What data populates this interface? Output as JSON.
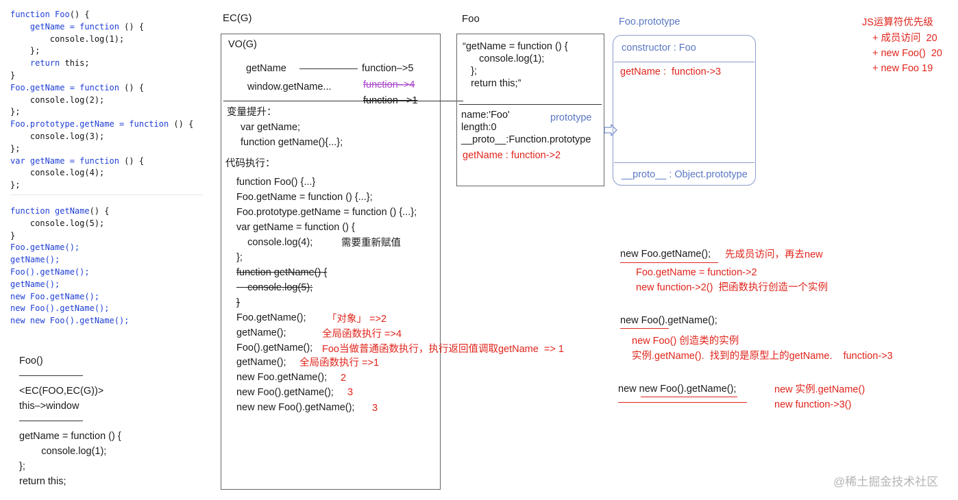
{
  "code_lines": [
    [
      [
        "function ",
        "k"
      ],
      [
        "Foo",
        "k"
      ],
      [
        "() {",
        "b"
      ]
    ],
    [
      [
        "    getName = ",
        "k"
      ],
      [
        "function",
        "k"
      ],
      [
        " () {",
        "b"
      ]
    ],
    [
      [
        "        console.log(1);",
        "b"
      ]
    ],
    [
      [
        "    };",
        "b"
      ]
    ],
    [
      [
        "    return ",
        "k"
      ],
      [
        "this",
        "b"
      ],
      [
        ";",
        "b"
      ]
    ],
    [
      [
        "}",
        "b"
      ]
    ],
    [
      [
        "Foo.getName = ",
        "k"
      ],
      [
        "function",
        "k"
      ],
      [
        " () {",
        "b"
      ]
    ],
    [
      [
        "    console.log(2);",
        "b"
      ]
    ],
    [
      [
        "};",
        "b"
      ]
    ],
    [
      [
        "Foo.prototype.getName = ",
        "k"
      ],
      [
        "function",
        "k"
      ],
      [
        " () {",
        "b"
      ]
    ],
    [
      [
        "    console.log(3);",
        "b"
      ]
    ],
    [
      [
        "};",
        "b"
      ]
    ],
    [
      [
        "var ",
        "k"
      ],
      [
        "getName = ",
        "k"
      ],
      [
        "function",
        "k"
      ],
      [
        " () {",
        "b"
      ]
    ],
    [
      [
        "    console.log(4);",
        "b"
      ]
    ],
    [
      [
        "};",
        "b"
      ]
    ]
  ],
  "code_lines_2": [
    [
      [
        "function ",
        "k"
      ],
      [
        "getName",
        "k"
      ],
      [
        "() {",
        "b"
      ]
    ],
    [
      [
        "    console.log(5);",
        "b"
      ]
    ],
    [
      [
        "}",
        "b"
      ]
    ],
    [
      [
        "Foo.getName();",
        "k"
      ]
    ],
    [
      [
        "getName();",
        "k"
      ]
    ],
    [
      [
        "Foo().getName();",
        "k"
      ]
    ],
    [
      [
        "getName();",
        "k"
      ]
    ],
    [
      [
        "new ",
        "k"
      ],
      [
        "Foo.getName();",
        "k"
      ]
    ],
    [
      [
        "new ",
        "k"
      ],
      [
        "Foo().getName();",
        "k"
      ]
    ],
    [
      [
        "new new ",
        "k"
      ],
      [
        "Foo().getName();",
        "k"
      ]
    ]
  ],
  "foo_call": {
    "title": "Foo()",
    "ec": "<EC(FOO,EC(G))>",
    "this": "this–>window",
    "body": [
      "getName = function () {",
      "        console.log(1);",
      "};",
      "return this;"
    ]
  },
  "ecg": {
    "title": "EC(G)",
    "vo": "VO(G)",
    "getname_label": "getName",
    "window_label": "window.getName...",
    "fn5": "function–>5",
    "fn4": "function–>4",
    "fn1": "function –>1",
    "hoist_title": "变量提升：",
    "hoist_lines": [
      "var getName;",
      "function getName(){...};"
    ],
    "exec_title": "代码执行：",
    "exec_lines": [
      "function Foo() {...}",
      "Foo.getName = function () {...};",
      "Foo.prototype.getName = function () {...};",
      "var getName = function () {",
      "    console.log(4);",
      "};"
    ],
    "reassign_note": "需要重新赋值",
    "struck_lines": [
      "function getName() {",
      "    console.log(5);",
      "}"
    ],
    "calls": [
      "Foo.getName();",
      "getName();",
      "Foo().getName();",
      "getName();",
      "new Foo.getName();",
      "new Foo().getName();",
      "new new Foo().getName();"
    ],
    "call_notes": [
      "「对象」 =>2",
      "全局函数执行 =>4",
      "Foo当做普通函数执行，执行返回值调取getName  => 1",
      "全局函数执行 =>1",
      "2",
      "3",
      "3"
    ]
  },
  "foo_obj": {
    "title": "Foo",
    "body": [
      "“getName = function () {",
      "      console.log(1);",
      "   };",
      "   return this;”"
    ],
    "props": [
      "name:'Foo'",
      "length:0",
      "__proto__:Function.prototype"
    ],
    "prototype_label": "prototype",
    "getname": "getName : function->2"
  },
  "proto_obj": {
    "title": "Foo.prototype",
    "constructor": "constructor : Foo",
    "getname": "getName :  function->3",
    "proto": "__proto__ : Object.prototype"
  },
  "precedence": {
    "title": "JS运算符优先级",
    "items": [
      "+ 成员访问  20",
      "+ new Foo()  20",
      "+ new Foo 19"
    ]
  },
  "analysis": {
    "a1_expr": "new Foo.getName();",
    "a1_note": "先成员访问，再去new",
    "a1_lines": [
      "Foo.getName = function->2",
      "new function->2()  把函数执行创造一个实例"
    ],
    "a2_expr": "new Foo().getName();",
    "a2_lines": [
      "new Foo() 创造类的实例",
      "实例.getName().  找到的是原型上的getName.    function->3"
    ],
    "a3_expr": "new new Foo().getName();",
    "a3_lines": [
      "new 实例.getName()",
      "new function->3()"
    ]
  },
  "watermark": "@稀土掘金技术社区",
  "colors": {
    "red": "#e0241b",
    "blue": "#5a77c2",
    "purple": "#a642c8",
    "keyword": "#1f3fd6"
  }
}
